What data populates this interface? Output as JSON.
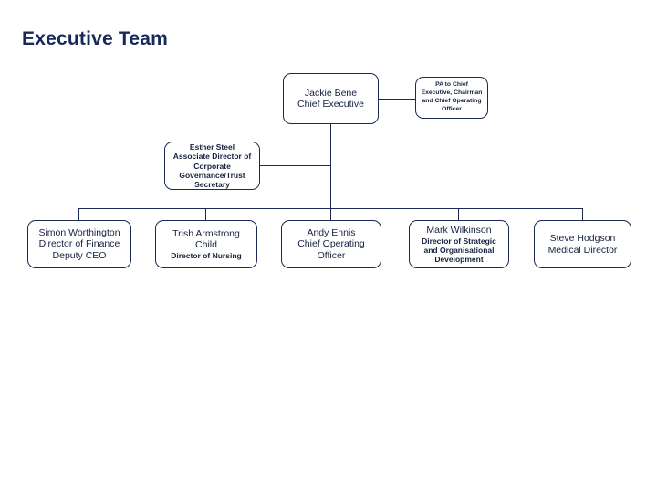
{
  "slide": {
    "title": "Executive Team",
    "title_color": "#17295c",
    "background_color": "#ffffff",
    "line_color": "#1a2a52"
  },
  "chart_data": {
    "type": "diagram",
    "diagram_type": "organizational-chart",
    "title": "Executive Team",
    "nodes": [
      {
        "id": "chief-executive",
        "level": 0,
        "lines": [
          "Jackie Bene",
          "Chief Executive"
        ],
        "text_size": "regular"
      },
      {
        "id": "pa-assistant",
        "level": 0,
        "relation": "assistant",
        "lines": [
          "PA to Chief",
          "Executive, Chairman",
          "and Chief Operating",
          "Officer"
        ],
        "text_size": "x-small"
      },
      {
        "id": "associate-director-corporate-governance",
        "level": 1,
        "relation": "assistant",
        "lines": [
          "Esther Steel",
          "Associate Director of",
          "Corporate",
          "Governance/Trust",
          "Secretary"
        ],
        "text_size": "small"
      },
      {
        "id": "director-of-finance",
        "level": 2,
        "lines": [
          "Simon Worthington",
          "Director of Finance",
          "Deputy CEO"
        ],
        "text_size": "regular"
      },
      {
        "id": "director-of-nursing",
        "level": 2,
        "lines": [
          "Trish Armstrong",
          "Child"
        ],
        "sub_lines": [
          "Director of Nursing"
        ],
        "text_size": "regular"
      },
      {
        "id": "chief-operating-officer",
        "level": 2,
        "lines": [
          "Andy Ennis",
          "Chief Operating",
          "Officer"
        ],
        "text_size": "regular"
      },
      {
        "id": "director-strategic-organisational-development",
        "level": 2,
        "lines": [
          "Mark Wilkinson"
        ],
        "sub_lines": [
          "Director of Strategic",
          "and Organisational",
          "Development"
        ],
        "text_size": "regular"
      },
      {
        "id": "medical-director",
        "level": 2,
        "lines": [
          "Steve Hodgson",
          "Medical Director"
        ],
        "text_size": "regular"
      }
    ],
    "edges": [
      {
        "from": "chief-executive",
        "to": "pa-assistant"
      },
      {
        "from": "chief-executive",
        "to": "associate-director-corporate-governance"
      },
      {
        "from": "chief-executive",
        "to": "director-of-finance"
      },
      {
        "from": "chief-executive",
        "to": "director-of-nursing"
      },
      {
        "from": "chief-executive",
        "to": "chief-operating-officer"
      },
      {
        "from": "chief-executive",
        "to": "director-strategic-organisational-development"
      },
      {
        "from": "chief-executive",
        "to": "medical-director"
      }
    ]
  },
  "nodes": {
    "chief_executive": {
      "name": "Jackie Bene",
      "role": "Chief Executive"
    },
    "pa_assistant": {
      "l1": "PA to Chief",
      "l2": "Executive, Chairman",
      "l3": "and Chief Operating",
      "l4": "Officer"
    },
    "associate_director": {
      "name": "Esther Steel",
      "l1": "Associate Director of",
      "l2": "Corporate",
      "l3": "Governance/Trust",
      "l4": "Secretary"
    },
    "director_finance": {
      "name": "Simon Worthington",
      "l1": "Director of Finance",
      "l2": "Deputy CEO"
    },
    "director_nursing": {
      "name": "Trish Armstrong",
      "name2": "Child",
      "role": "Director of Nursing"
    },
    "chief_operating_officer": {
      "name": "Andy Ennis",
      "l1": "Chief Operating",
      "l2": "Officer"
    },
    "director_strategic": {
      "name": "Mark Wilkinson",
      "l1": "Director of Strategic",
      "l2": "and Organisational",
      "l3": "Development"
    },
    "medical_director": {
      "name": "Steve Hodgson",
      "role": "Medical Director"
    }
  }
}
